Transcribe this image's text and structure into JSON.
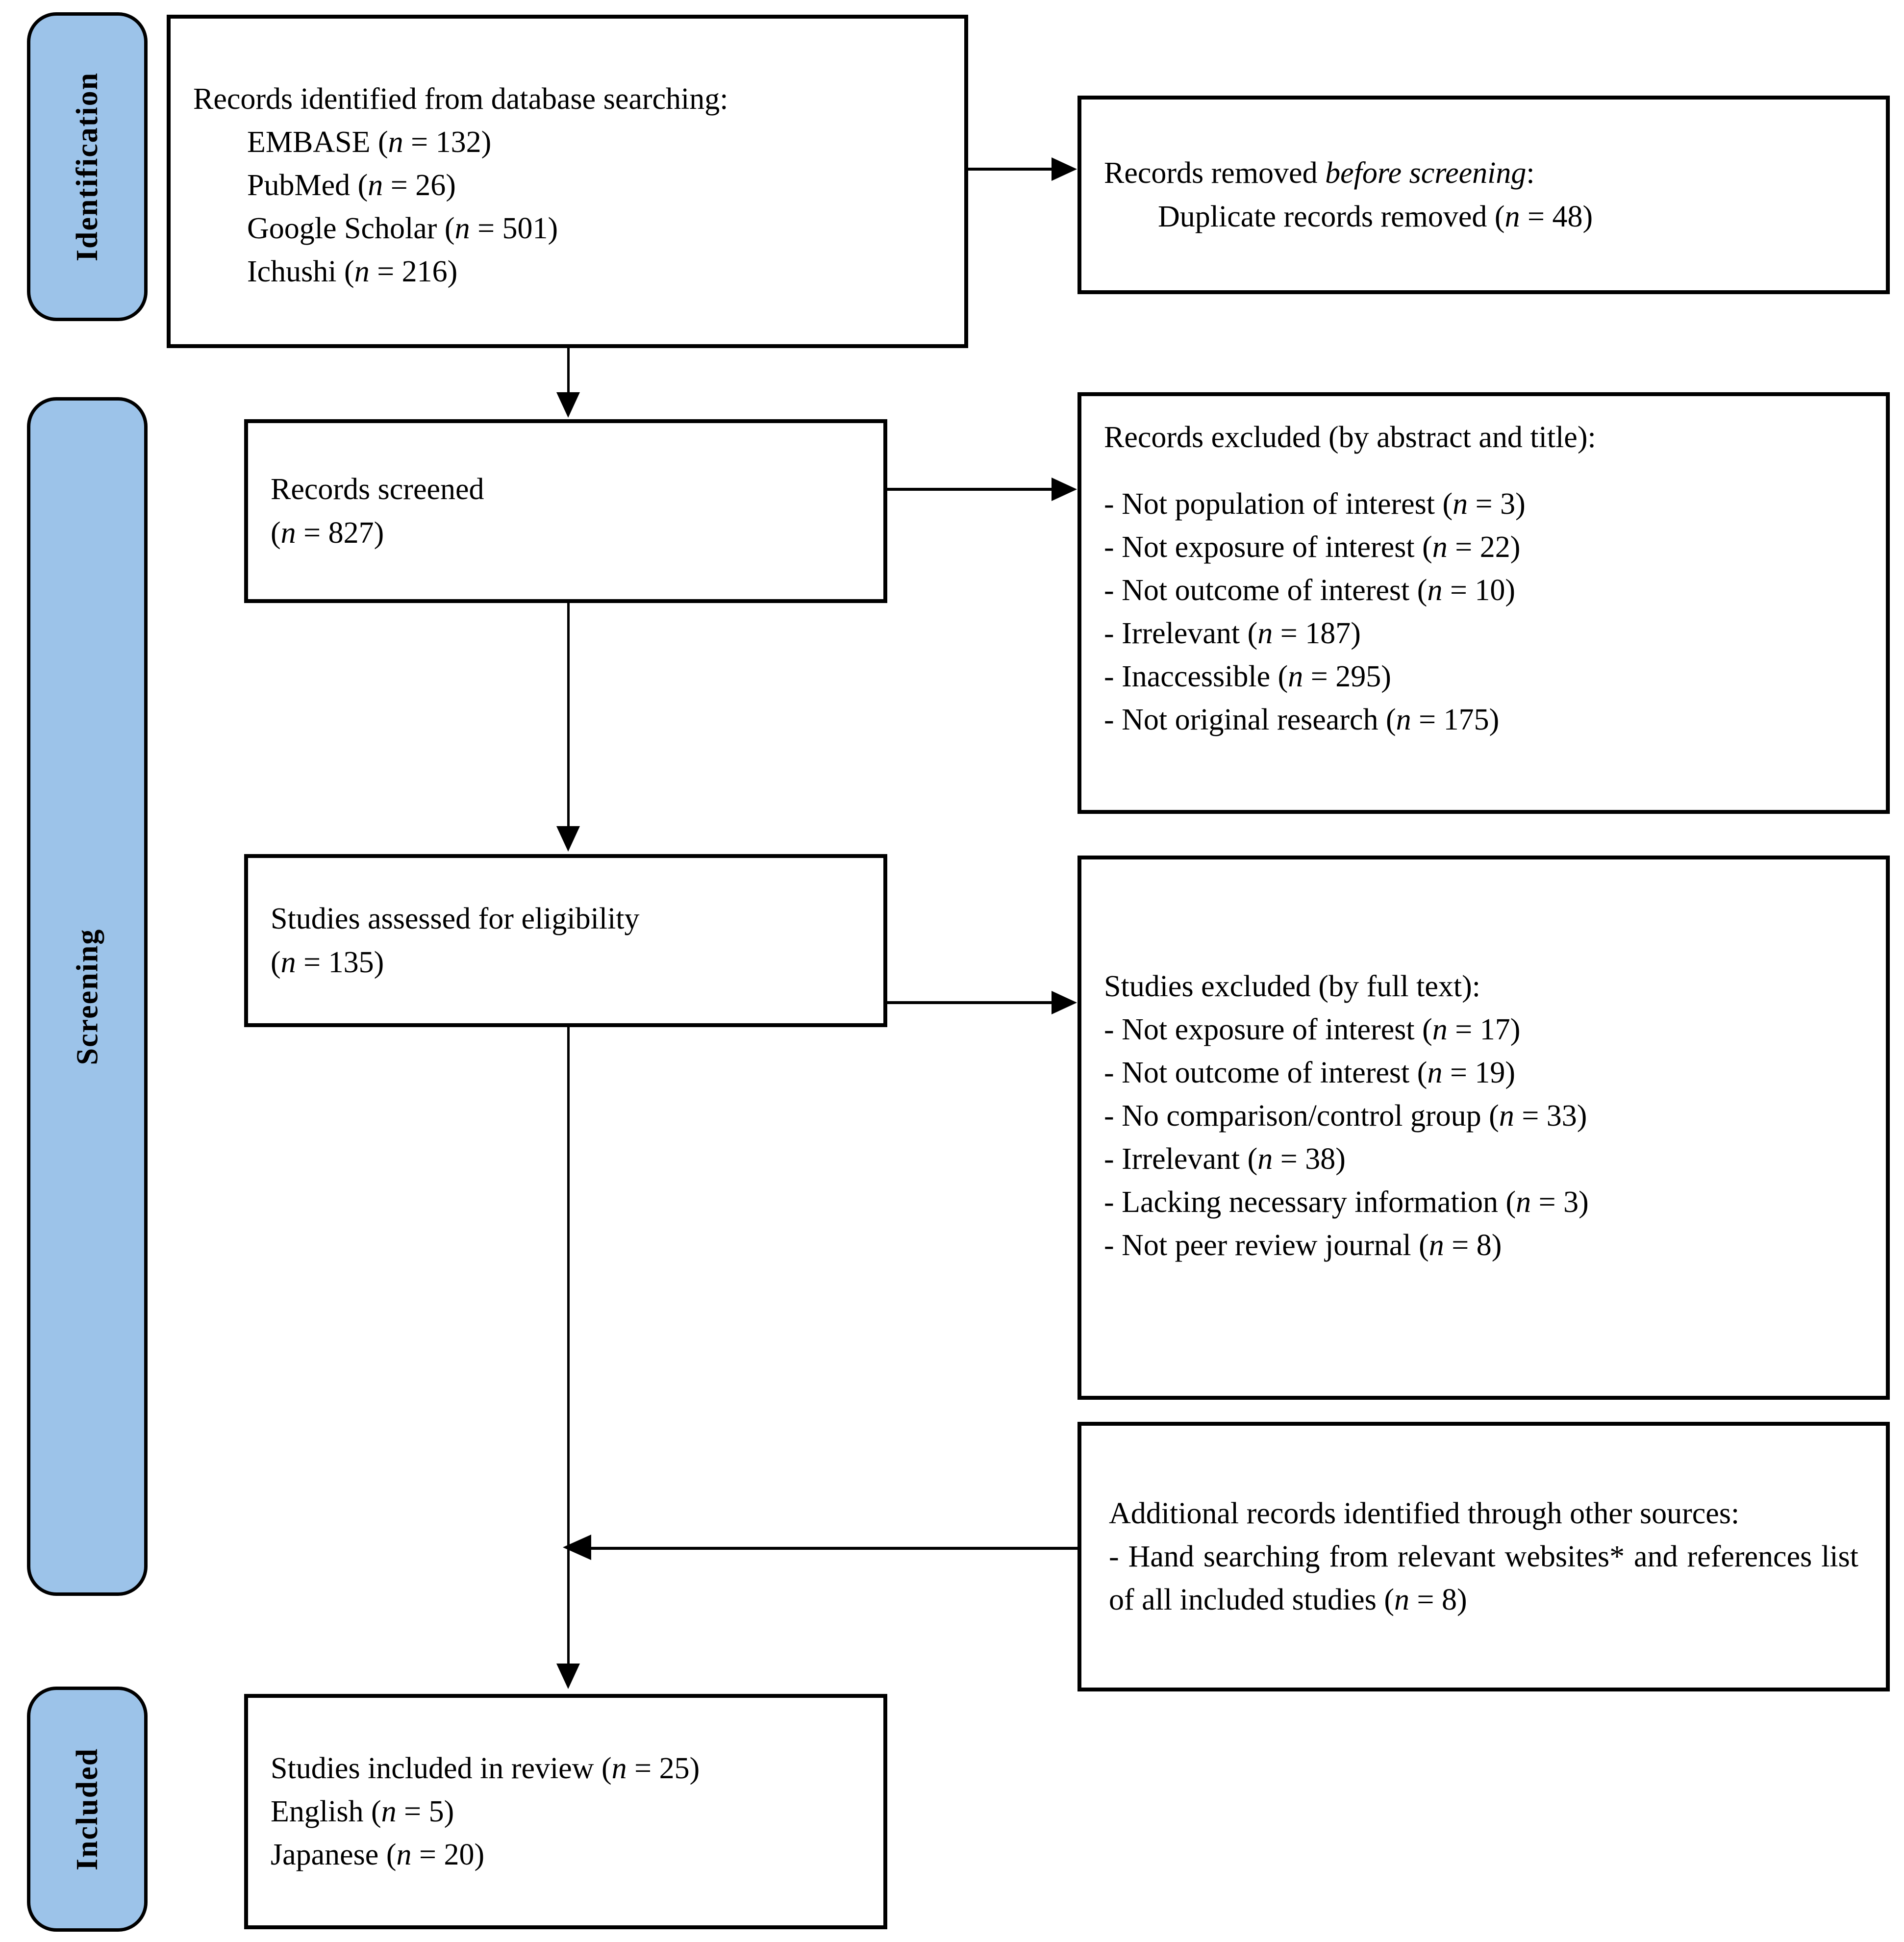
{
  "diagram": {
    "type": "prisma-flow-diagram",
    "accent_color": "#9CC3E9",
    "line_color": "#000000",
    "background": "#ffffff"
  },
  "stages": [
    {
      "id": "identification",
      "label": "Identification"
    },
    {
      "id": "screening",
      "label": "Screening"
    },
    {
      "id": "included",
      "label": "Included"
    }
  ],
  "boxes": {
    "records_identified": {
      "title": "Records identified from database searching:",
      "items": [
        {
          "label": "EMBASE",
          "n": "132"
        },
        {
          "label": "PubMed",
          "n": "26"
        },
        {
          "label": "Google Scholar",
          "n": "501"
        },
        {
          "label": "Ichushi",
          "n": "216"
        }
      ]
    },
    "records_removed": {
      "title_plain": "Records removed ",
      "title_italic": "before screening",
      "title_colon": ":",
      "items": [
        {
          "label": "Duplicate records removed",
          "n": "48"
        }
      ]
    },
    "records_screened": {
      "line1": "Records screened",
      "line2_n": "827"
    },
    "records_excluded": {
      "title": "Records excluded (by abstract and title):",
      "items": [
        {
          "label": "- Not population of interest",
          "n": "3"
        },
        {
          "label": "- Not exposure of interest",
          "n": "22"
        },
        {
          "label": "- Not outcome of interest",
          "n": "10"
        },
        {
          "label": "- Irrelevant",
          "n": "187"
        },
        {
          "label": "- Inaccessible",
          "n": "295"
        },
        {
          "label": "- Not original research",
          "n": "175"
        }
      ]
    },
    "studies_assessed": {
      "line1": "Studies assessed for eligibility",
      "line2_n": "135"
    },
    "studies_excluded": {
      "title": "Studies excluded (by full text):",
      "items": [
        {
          "label": "- Not exposure of interest",
          "n": "17"
        },
        {
          "label": "- Not outcome of interest",
          "n": "19"
        },
        {
          "label": "- No comparison/control group",
          "n": "33"
        },
        {
          "label": "- Irrelevant",
          "n": "38"
        },
        {
          "label": "- Lacking necessary information",
          "n": "3"
        },
        {
          "label": "- Not peer review journal",
          "n": "8"
        }
      ]
    },
    "additional_records": {
      "title": "Additional records identified through other sources:",
      "body_prefix": "- Hand searching from relevant websites* and references list of all included studies (",
      "body_n": "8",
      "body_suffix": ")"
    },
    "studies_included": {
      "line1_label": "Studies included in review",
      "line1_n": "25",
      "line2_label": "English",
      "line2_n": "5",
      "line3_label": "Japanese",
      "line3_n": "20"
    }
  }
}
